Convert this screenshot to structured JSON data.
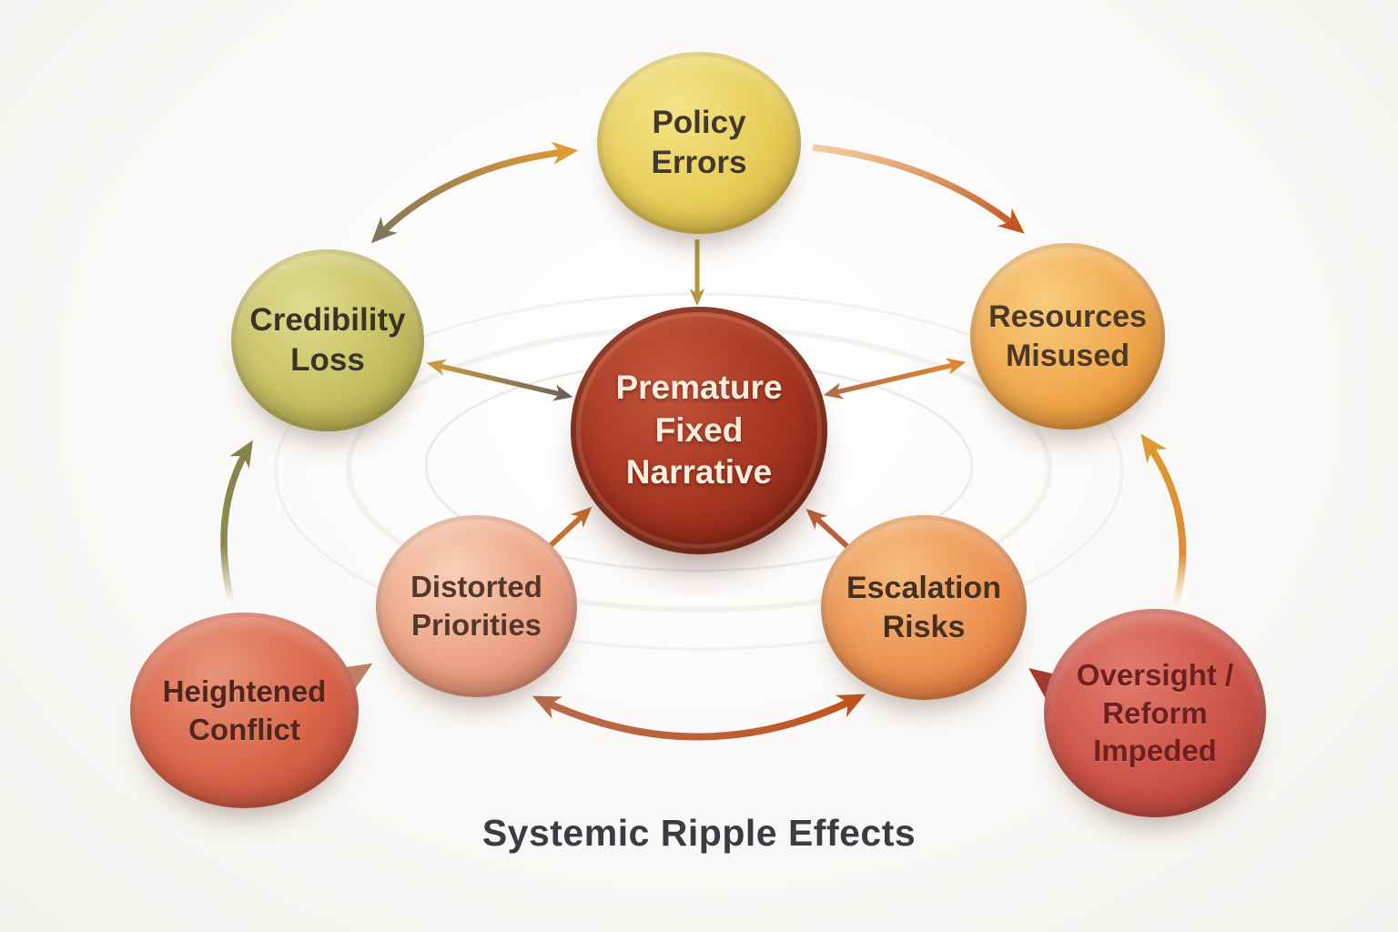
{
  "title": "Systemic Ripple Effects",
  "canvas": {
    "background": "#faf9f7"
  },
  "nodes": [
    {
      "id": "policy-errors",
      "label": "Policy\nErrors",
      "colors": {
        "highlight": "#f4e388",
        "base": "#e7cd58",
        "edge": "#c6a238",
        "text": "#43392b"
      }
    },
    {
      "id": "credibility-loss",
      "label": "Credibility\nLoss",
      "colors": {
        "highlight": "#e0dc8e",
        "base": "#c6bf62",
        "edge": "#9f9840",
        "text": "#3a3424"
      }
    },
    {
      "id": "resources-misused",
      "label": "Resources\nMisused",
      "colors": {
        "highlight": "#f8cd7e",
        "base": "#f0a74c",
        "edge": "#d07a22",
        "text": "#4c3a26"
      }
    },
    {
      "id": "premature-fixed-narrative",
      "label": "Premature\nFixed\nNarrative",
      "colors": {
        "highlight": "#c2553a",
        "base": "#a33421",
        "edge": "#741d10",
        "text": "#f8eedd"
      }
    },
    {
      "id": "distorted-priorities",
      "label": "Distorted\nPriorities",
      "colors": {
        "highlight": "#f8d0b8",
        "base": "#eca183",
        "edge": "#cb7260",
        "text": "#54372b"
      }
    },
    {
      "id": "escalation-risks",
      "label": "Escalation\nRisks",
      "colors": {
        "highlight": "#f6bc7e",
        "base": "#ec9252",
        "edge": "#cf5f2c",
        "text": "#45301f"
      }
    },
    {
      "id": "heightened-conflict",
      "label": "Heightened\nConflict",
      "colors": {
        "highlight": "#e9957a",
        "base": "#d96348",
        "edge": "#b24433",
        "text": "#4f261c"
      }
    },
    {
      "id": "oversight-reform-impeded",
      "label": "Oversight /\nReform\nImpeded",
      "colors": {
        "highlight": "#e17c6e",
        "base": "#cd5348",
        "edge": "#a43a31",
        "text": "#6e1f1e"
      }
    }
  ],
  "arrows": [
    {
      "id": "credibility-policy",
      "from": "credibility-loss",
      "to": "policy-errors",
      "heads": "both",
      "colors": [
        "#80775a",
        "#e09a36"
      ]
    },
    {
      "id": "policy-resources",
      "from": "policy-errors",
      "to": "resources-misused",
      "heads": "end",
      "colors": [
        "#eaaa60",
        "#c2561e"
      ]
    },
    {
      "id": "policy-center",
      "from": "policy-errors",
      "to": "premature-fixed-narrative",
      "heads": "end",
      "colors": [
        "#b2973d"
      ]
    },
    {
      "id": "credibility-center",
      "from": "credibility-loss",
      "to": "premature-fixed-narrative",
      "heads": "both",
      "colors": [
        "#c79c41",
        "#6f625e"
      ]
    },
    {
      "id": "center-resources",
      "from": "premature-fixed-narrative",
      "to": "resources-misused",
      "heads": "both",
      "colors": [
        "#b06f48",
        "#e08631"
      ]
    },
    {
      "id": "distorted-center",
      "from": "distorted-priorities",
      "to": "premature-fixed-narrative",
      "heads": "end",
      "colors": [
        "#c4712f"
      ]
    },
    {
      "id": "escalation-center",
      "from": "escalation-risks",
      "to": "premature-fixed-narrative",
      "heads": "end",
      "colors": [
        "#bd5f3d"
      ]
    },
    {
      "id": "heightened-credibility",
      "from": "heightened-conflict",
      "to": "credibility-loss",
      "heads": "end",
      "colors": [
        "#8f8a4f"
      ]
    },
    {
      "id": "heightened-distorted",
      "from": "heightened-conflict",
      "to": "distorted-priorities",
      "heads": "end",
      "colors": [
        "#bd8166"
      ]
    },
    {
      "id": "distorted-escalation",
      "from": "distorted-priorities",
      "to": "escalation-risks",
      "heads": "both",
      "colors": [
        "#b96a4c",
        "#c2551f"
      ]
    },
    {
      "id": "oversight-escalation",
      "from": "oversight-reform-impeded",
      "to": "escalation-risks",
      "heads": "end",
      "colors": [
        "#a63a2e"
      ]
    },
    {
      "id": "oversight-resources",
      "from": "oversight-reform-impeded",
      "to": "resources-misused",
      "heads": "end",
      "colors": [
        "#dc8c35"
      ]
    }
  ]
}
